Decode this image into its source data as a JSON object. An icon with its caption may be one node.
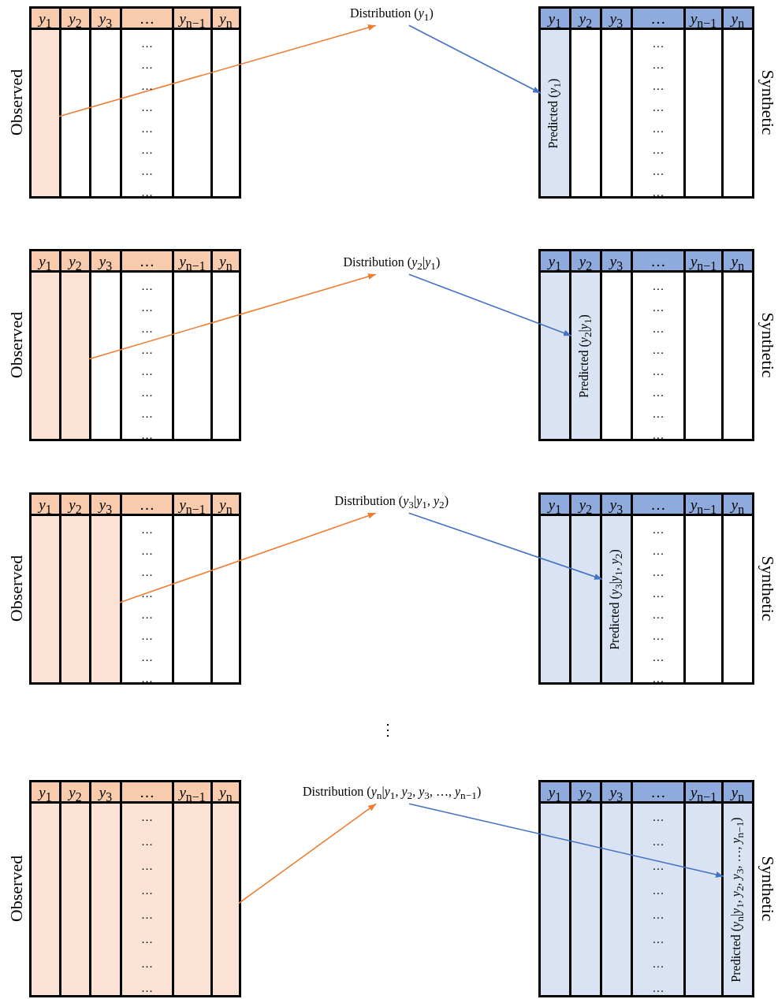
{
  "diagram": {
    "nodes": [
      {
        "text": [
          "Observed"
        ]
      },
      {
        "text": [],
        "shape": "bar",
        "in": 0
      },
      {
        "text": [
          "Distribution (*y*$_{1}$)"
        ]
      },
      {
        "text": [
          "Synthetic"
        ]
      },
      {
        "text": [
          "Predicted (*y*$_{1}$)"
        ],
        "in": 3
      },
      {
        "text": [
          "Observed"
        ]
      },
      {
        "text": [],
        "shape": "bar",
        "in": 5
      },
      {
        "text": [
          "Distribution (*y*$_{2}$|*y*$_{1}$)"
        ]
      },
      {
        "text": [
          "Synthetic"
        ]
      },
      {
        "text": [
          "Predicted (*y*$_{2}$|*y*$_{1}$)"
        ],
        "in": 8
      },
      {
        "text": [
          "Observed"
        ]
      },
      {
        "text": [],
        "shape": "bar",
        "in": 10
      },
      {
        "text": [
          "Distribution (*y*$_{3}$|*y*$_{1}$, *y*$_{2}$)"
        ]
      },
      {
        "text": [
          "Synthetic"
        ]
      },
      {
        "text": [
          "Predicted (*y*$_{3}$|*y*$_{1}$, *y*$_{2}$)"
        ],
        "in": 13
      },
      {
        "text": [
          "Observed"
        ]
      },
      {
        "text": [],
        "shape": "bar",
        "in": 15
      },
      {
        "text": [
          "Distribution (*y*$_{n}$|*y*$_{1}$, *y*$_{2}$, *y*$_{3}$, …, *y*$_{n−1}$)"
        ]
      },
      {
        "text": [
          "Synthetic"
        ]
      },
      {
        "text": [
          "Predicted (*y*$_{n}$|*y*$_{1}$, *y*$_{2}$, *y*$_{3}$, …, *y*$_{n−1}$)"
        ],
        "in": 18
      }
    ],
    "edges": [
      {
        "from": 1,
        "to": 2,
        "arrow": "to",
        "color": "#ed7d31"
      },
      {
        "from": 2,
        "to": 4,
        "arrow": "to",
        "color": "#4472c4"
      },
      {
        "from": 6,
        "to": 7,
        "arrow": "to",
        "color": "#ed7d31"
      },
      {
        "from": 7,
        "to": 9,
        "arrow": "to",
        "color": "#4472c4"
      },
      {
        "from": 11,
        "to": 12,
        "arrow": "to",
        "color": "#ed7d31"
      },
      {
        "from": 12,
        "to": 14,
        "arrow": "to",
        "color": "#4472c4"
      },
      {
        "from": 16,
        "to": 17,
        "arrow": "to",
        "color": "#ed7d31"
      },
      {
        "from": 17,
        "to": 19,
        "arrow": "to",
        "color": "#4472c4"
      }
    ],
    "labels": [
      "*y*$_{1}$",
      "*y*$_{2}$",
      "*y*$_{3}$",
      "…",
      "*y*$_{n−1}$",
      "*y*$_{n}$",
      "…",
      "…",
      "…",
      "…",
      "…",
      "…",
      "…",
      "…",
      "*y*$_{1}$",
      "*y*$_{2}$",
      "*y*$_{3}$",
      "…",
      "*y*$_{n−1}$",
      "*y*$_{n}$",
      "…",
      "…",
      "…",
      "…",
      "…",
      "…",
      "…",
      "…",
      "*y*$_{1}$",
      "*y*$_{2}$",
      "*y*$_{3}$",
      "…",
      "*y*$_{n−1}$",
      "*y*$_{n}$",
      "…",
      "…",
      "…",
      "…",
      "…",
      "…",
      "…",
      "…",
      "*y*$_{1}$",
      "*y*$_{2}$",
      "*y*$_{3}$",
      "…",
      "*y*$_{n−1}$",
      "*y*$_{n}$",
      "…",
      "…",
      "…",
      "…",
      "…",
      "…",
      "…",
      "…",
      "*y*$_{1}$",
      "*y*$_{2}$",
      "*y*$_{3}$",
      "…",
      "*y*$_{n−1}$",
      "*y*$_{n}$",
      "…",
      "…",
      "…",
      "…",
      "…",
      "…",
      "…",
      "…",
      "*y*$_{1}$",
      "*y*$_{2}$",
      "*y*$_{3}$",
      "…",
      "*y*$_{n−1}$",
      "*y*$_{n}$",
      "…",
      "…",
      "…",
      "…",
      "…",
      "…",
      "…",
      "…",
      "⋮",
      "*y*$_{1}$",
      "*y*$_{2}$",
      "*y*$_{3}$",
      "…",
      "*y*$_{n−1}$",
      "*y*$_{n}$",
      "…",
      "…",
      "…",
      "…",
      "…",
      "…",
      "…",
      "…",
      "*y*$_{1}$",
      "*y*$_{2}$",
      "*y*$_{3}$",
      "…",
      "*y*$_{n−1}$",
      "*y*$_{n}$",
      "…",
      "…",
      "…",
      "…",
      "…",
      "…",
      "…",
      "…"
    ]
  }
}
